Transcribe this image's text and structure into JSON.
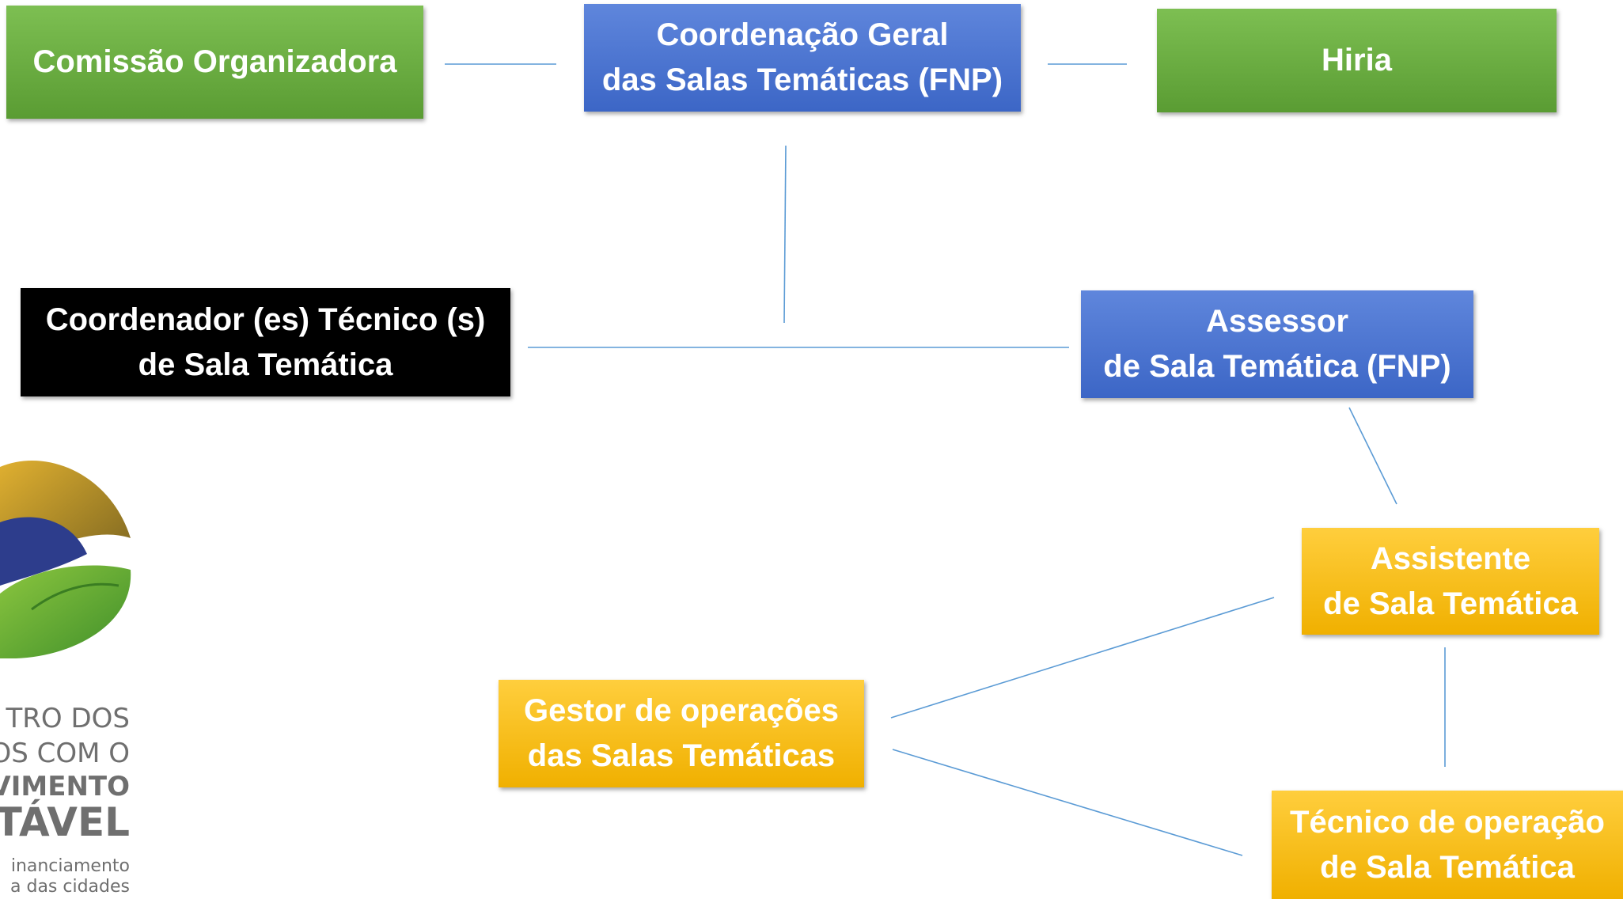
{
  "nodes": {
    "comissao": {
      "label": "Comissão Organizadora"
    },
    "coord_geral": {
      "line1": "Coordenação Geral",
      "line2": "das Salas Temáticas (FNP)"
    },
    "hiria": {
      "label": "Hiria"
    },
    "coord_tecnico": {
      "line1": "Coordenador (es) Técnico (s)",
      "line2": "de Sala Temática"
    },
    "assessor": {
      "line1": "Assessor",
      "line2": "de Sala Temática (FNP)"
    },
    "assistente": {
      "line1": "Assistente",
      "line2": "de Sala Temática"
    },
    "gestor": {
      "line1": "Gestor de operações",
      "line2": "das Salas Temáticas"
    },
    "tecnico_op": {
      "line1": "Técnico de operação",
      "line2": "de Sala Temática"
    }
  },
  "logo": {
    "line1": "TRO DOS",
    "line2": "OS COM O",
    "line3": "VIMENTO",
    "line4": "ITÁVEL",
    "line5": "inanciamento",
    "line6": "a das cidades"
  },
  "colors": {
    "green": "#6aad40",
    "blue": "#4a74d0",
    "black": "#000000",
    "gold": "#fbc114",
    "connector": "#5b9bd5"
  }
}
